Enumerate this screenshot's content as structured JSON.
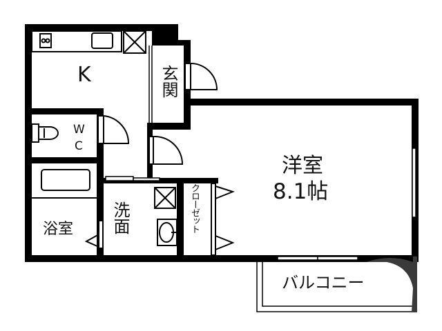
{
  "floorplan": {
    "rooms": [
      {
        "id": "kitchen",
        "label": "K"
      },
      {
        "id": "entrance",
        "label": "玄関"
      },
      {
        "id": "wc",
        "label_line1": "W",
        "label_line2": "C"
      },
      {
        "id": "bathroom",
        "label": "浴室"
      },
      {
        "id": "washroom",
        "label": "洗面"
      },
      {
        "id": "closet",
        "label": "クローゼット"
      },
      {
        "id": "western_room",
        "label_line1": "洋室",
        "label_line2": "8.1帖"
      },
      {
        "id": "balcony",
        "label": "バルコニー"
      }
    ],
    "colors": {
      "wall": "#000000",
      "background": "#ffffff",
      "watermark": "#3a3a3a"
    }
  }
}
